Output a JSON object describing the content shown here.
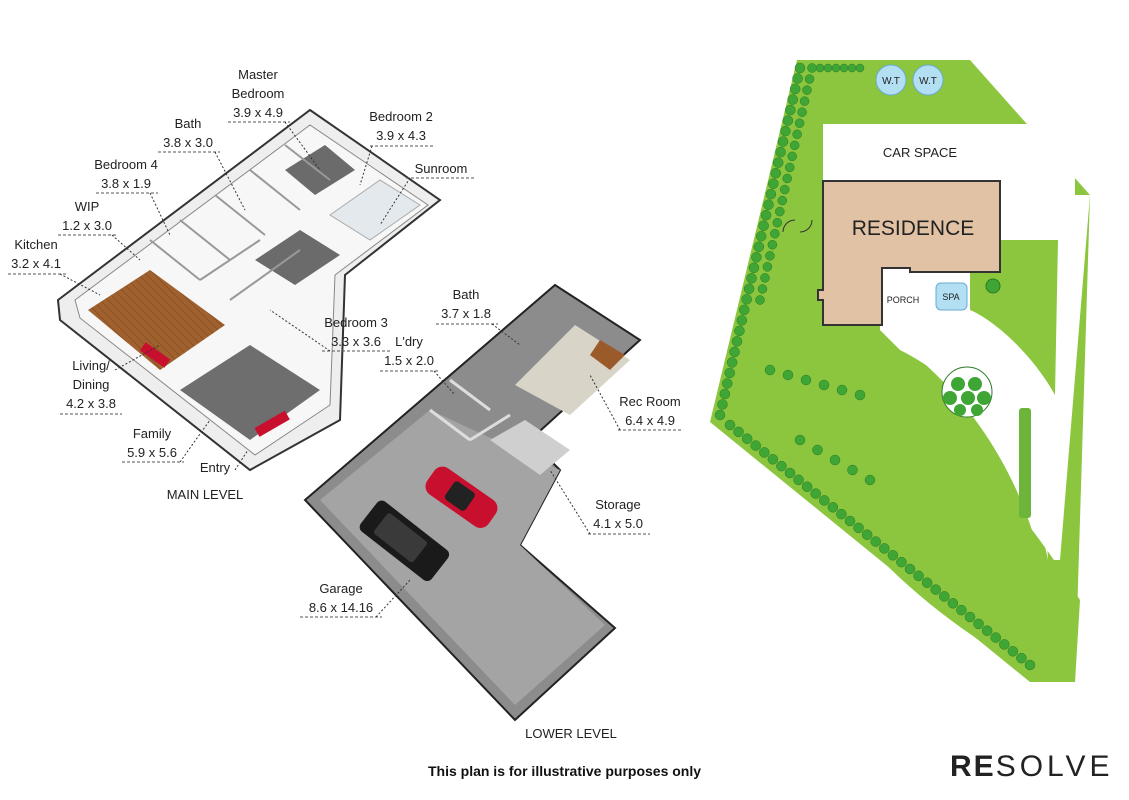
{
  "main_level": {
    "section_label": "MAIN LEVEL",
    "rooms": [
      {
        "key": "master",
        "name": "Master Bedroom",
        "name1": "Master",
        "name2": "Bedroom",
        "dims": "3.9 x 4.9"
      },
      {
        "key": "bath",
        "name": "Bath",
        "dims": "3.8 x 3.0"
      },
      {
        "key": "bed2",
        "name": "Bedroom 2",
        "dims": "3.9 x 4.3"
      },
      {
        "key": "bed4",
        "name": "Bedroom 4",
        "dims": "3.8 x 1.9"
      },
      {
        "key": "sunroom",
        "name": "Sunroom",
        "dims": ""
      },
      {
        "key": "wip",
        "name": "WIP",
        "dims": "1.2 x 3.0"
      },
      {
        "key": "kitchen",
        "name": "Kitchen",
        "dims": "3.2 x 4.1"
      },
      {
        "key": "bed3",
        "name": "Bedroom 3",
        "dims": "3.3 x 3.6"
      },
      {
        "key": "living",
        "name": "Living/ Dining",
        "name1": "Living/",
        "name2": "Dining",
        "dims": "4.2 x 3.8"
      },
      {
        "key": "family",
        "name": "Family",
        "dims": "5.9 x 5.6"
      },
      {
        "key": "entry",
        "name": "Entry",
        "dims": ""
      }
    ]
  },
  "lower_level": {
    "section_label": "LOWER LEVEL",
    "rooms": [
      {
        "key": "bath2",
        "name": "Bath",
        "dims": "3.7 x 1.8"
      },
      {
        "key": "ldry",
        "name": "L'dry",
        "dims": "1.5 x 2.0"
      },
      {
        "key": "rec",
        "name": "Rec Room",
        "dims": "6.4 x 4.9"
      },
      {
        "key": "storage",
        "name": "Storage",
        "dims": "4.1 x 5.0"
      },
      {
        "key": "garage",
        "name": "Garage",
        "dims": "8.6 x 14.16"
      }
    ]
  },
  "site_plan": {
    "car_space": "CAR SPACE",
    "residence": "RESIDENCE",
    "porch": "PORCH",
    "spa": "SPA",
    "water_tanks": [
      "W.T",
      "W.T"
    ],
    "colors": {
      "lawn": "#8cc63f",
      "tree": "#3fa535",
      "residence": "#e2c2a4",
      "spa": "#b3dff3",
      "driveway": "#ffffff"
    }
  },
  "footer": {
    "disclaimer": "This plan is for illustrative purposes only",
    "logo_bold": "RE",
    "logo_light": "SOLVE"
  }
}
